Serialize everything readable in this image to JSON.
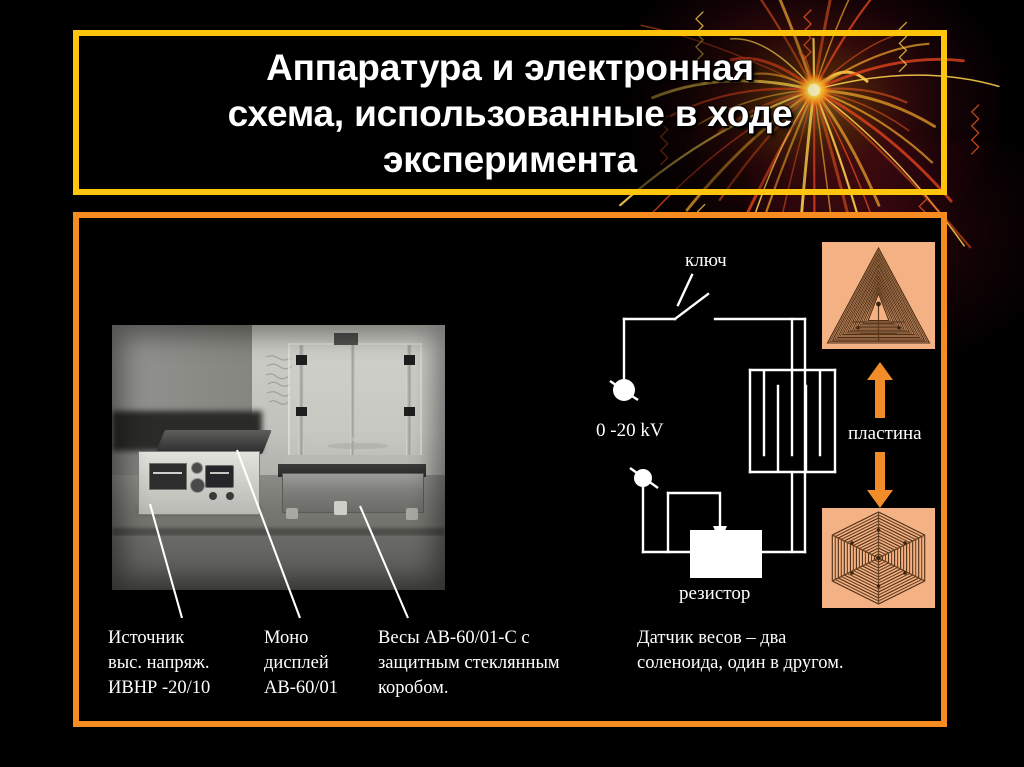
{
  "slide": {
    "title": "Аппаратура и электронная схема, использованные в ходе эксперимента",
    "title_line1": "Аппаратура и электронная",
    "title_line2": "схема, использованные в ходе",
    "title_line3": "эксперимента"
  },
  "theme": {
    "background": "#000000",
    "title_border": "#FFC40C",
    "body_border": "#F68B1F",
    "arrow_color": "#F28C28",
    "plate_background": "#F4B183",
    "plate_pattern": "#6B4423",
    "text_color": "#FFFFFF",
    "firework_core": "#FFE14D",
    "firework_streak": "#F05A1E",
    "firework_streak_alt": "#FFB02E"
  },
  "photo": {
    "alt": "Фотография лабораторной установки: источник высокого напряжения и весы в стеклянном коробе на лабораторном столе"
  },
  "circuit": {
    "switch_label": "ключ",
    "voltage_label": "0 -20 kV",
    "resistor_label": "резистор",
    "plate_label": "пластина"
  },
  "captions": [
    {
      "id": "source",
      "text": "Источник\nвыс. напряж.\n ИВНР -20/10"
    },
    {
      "id": "display",
      "text": "Моно\nдисплей\nАВ-60/01"
    },
    {
      "id": "balance",
      "text": " Весы АВ-60/01-С  с\nзащитным стеклянным\nкоробом."
    },
    {
      "id": "sensor",
      "text": "Датчик весов – два\nсоленоида, один в другом."
    }
  ]
}
